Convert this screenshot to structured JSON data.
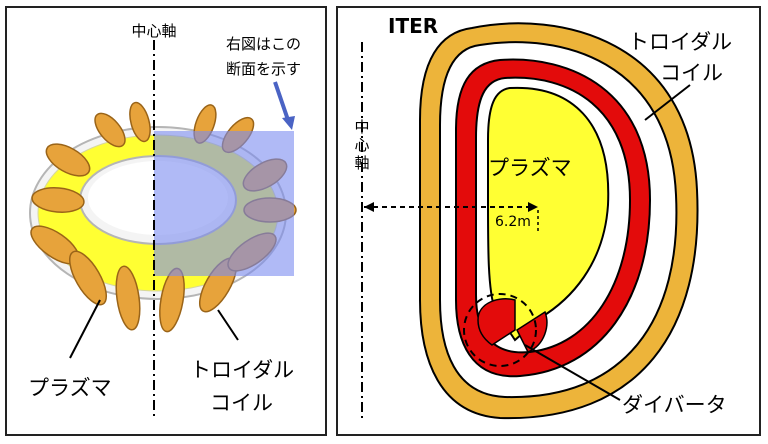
{
  "left_panel": {
    "center_axis_label": "中心軸",
    "note_line1": "右図はこの",
    "note_line2": "断面を示す",
    "plasma_label": "プラズマ",
    "coil_label_line1": "トロイダル",
    "coil_label_line2": "コイル"
  },
  "right_panel": {
    "title": "ITER",
    "center_axis_chars": [
      "中",
      "心",
      "軸"
    ],
    "plasma_label": "プラズマ",
    "radius_label": "6.2m",
    "coil_label_line1": "トロイダル",
    "coil_label_line2": "コイル",
    "divertor_label": "ダイバータ"
  },
  "colors": {
    "coil_orange": "#E7A33B",
    "coil_gold": "#EDB43A",
    "plasma_yellow": "#FFFF33",
    "blanket_red": "#E30B0B",
    "highlight_blue": "#7B8CF0",
    "arrow_blue": "#4A63C4"
  }
}
